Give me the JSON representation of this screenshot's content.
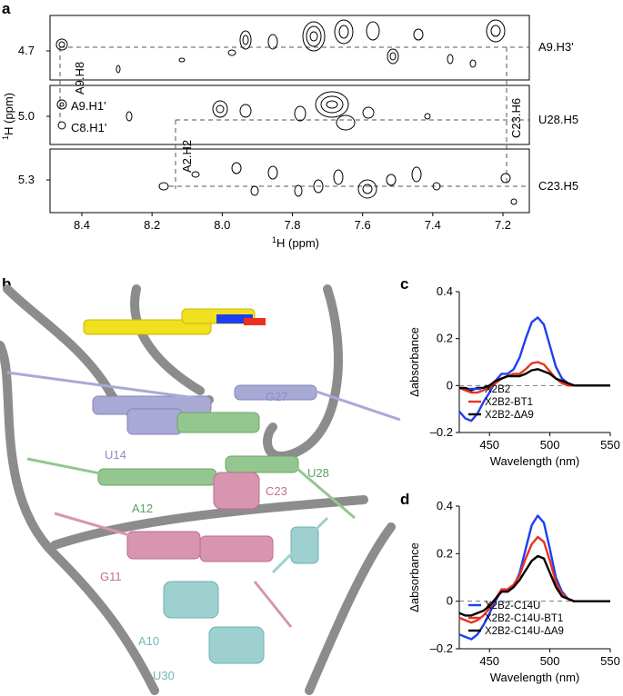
{
  "panels": {
    "a": "a",
    "b": "b",
    "c": "c",
    "d": "d"
  },
  "nmr": {
    "x_ticks": [
      "8.4",
      "8.2",
      "8.0",
      "7.8",
      "7.6",
      "7.4",
      "7.2"
    ],
    "x_label_sup": "1",
    "x_label_rest": "H (ppm)",
    "y_label_sup": "1",
    "y_label_rest": "H (ppm)",
    "y_ticks": [
      "4.7",
      "5.0",
      "5.3"
    ],
    "right_labels": [
      "A9.H3'",
      "U28.H5",
      "C23.H5"
    ],
    "peak_labels": [
      "A9.H1'",
      "C8.H1'"
    ],
    "vertical_labels": [
      "A9.H8",
      "A2.H2",
      "C23.H6"
    ]
  },
  "structure": {
    "labels": [
      "G27",
      "U14",
      "U28",
      "A12",
      "C23",
      "G11",
      "A10",
      "U30"
    ],
    "colors": {
      "purple": "#a9a9d6",
      "green": "#94c690",
      "pink": "#d895b0",
      "cyan": "#9ed0d0",
      "yellow": "#f0e020",
      "backbone": "#8c8c8c"
    }
  },
  "chart_data": [
    {
      "type": "line",
      "panel": "c",
      "xlabel": "Wavelength (nm)",
      "ylabel": "Δabsorbance",
      "xlim": [
        425,
        550
      ],
      "ylim": [
        -0.2,
        0.4
      ],
      "x_ticks": [
        450,
        500,
        550
      ],
      "y_ticks": [
        "0.4",
        "0.2",
        "0",
        "–0.2"
      ],
      "x": [
        425,
        430,
        435,
        440,
        445,
        450,
        455,
        460,
        465,
        470,
        475,
        480,
        485,
        490,
        495,
        500,
        505,
        510,
        515,
        520,
        525,
        530,
        535,
        540,
        545,
        550
      ],
      "series": [
        {
          "name": "X2B2",
          "color": "#1e3ff0",
          "values": [
            -0.11,
            -0.14,
            -0.15,
            -0.12,
            -0.07,
            -0.03,
            0.02,
            0.05,
            0.05,
            0.07,
            0.12,
            0.2,
            0.27,
            0.29,
            0.26,
            0.17,
            0.08,
            0.03,
            0.01,
            0.0,
            0.0,
            0.0,
            0.0,
            0.0,
            0.0,
            0.0
          ]
        },
        {
          "name": "X2B2-BT1",
          "color": "#e8321e",
          "values": [
            -0.01,
            -0.02,
            -0.03,
            -0.03,
            -0.02,
            -0.01,
            0.01,
            0.03,
            0.04,
            0.05,
            0.05,
            0.07,
            0.095,
            0.1,
            0.09,
            0.06,
            0.03,
            0.01,
            0.0,
            0.0,
            0.0,
            0.0,
            0.0,
            0.0,
            0.0,
            0.0
          ]
        },
        {
          "name": "X2B2-ΔA9",
          "color": "#000000",
          "values": [
            -0.01,
            -0.01,
            -0.02,
            -0.01,
            -0.01,
            0.0,
            0.02,
            0.03,
            0.04,
            0.04,
            0.04,
            0.05,
            0.065,
            0.07,
            0.06,
            0.05,
            0.03,
            0.02,
            0.01,
            0.0,
            0.0,
            0.0,
            0.0,
            0.0,
            0.0,
            0.0
          ]
        }
      ],
      "legend": "bottom-left"
    },
    {
      "type": "line",
      "panel": "d",
      "xlabel": "Wavelength (nm)",
      "ylabel": "Δabsorbance",
      "xlim": [
        425,
        550
      ],
      "ylim": [
        -0.2,
        0.4
      ],
      "x_ticks": [
        450,
        500,
        550
      ],
      "y_ticks": [
        "0.4",
        "0.2",
        "0",
        "–0.2"
      ],
      "x": [
        425,
        430,
        435,
        440,
        445,
        450,
        455,
        460,
        465,
        470,
        475,
        480,
        485,
        490,
        495,
        500,
        505,
        510,
        515,
        520,
        525,
        530,
        535,
        540,
        545,
        550
      ],
      "series": [
        {
          "name": "X2B2-C14U",
          "color": "#1e3ff0",
          "values": [
            -0.14,
            -0.15,
            -0.16,
            -0.14,
            -0.1,
            -0.05,
            0.0,
            0.05,
            0.04,
            0.06,
            0.12,
            0.22,
            0.32,
            0.36,
            0.33,
            0.22,
            0.1,
            0.04,
            0.01,
            0.0,
            0.0,
            0.0,
            0.0,
            0.0,
            0.0,
            0.0
          ]
        },
        {
          "name": "X2B2-C14U-BT1",
          "color": "#e8321e",
          "values": [
            -0.07,
            -0.08,
            -0.09,
            -0.08,
            -0.06,
            -0.03,
            0.01,
            0.05,
            0.05,
            0.07,
            0.11,
            0.18,
            0.24,
            0.27,
            0.25,
            0.17,
            0.08,
            0.03,
            0.01,
            0.0,
            0.0,
            0.0,
            0.0,
            0.0,
            0.0,
            0.0
          ]
        },
        {
          "name": "X2B2-C14U-ΔA9",
          "color": "#000000",
          "values": [
            -0.05,
            -0.06,
            -0.06,
            -0.05,
            -0.04,
            -0.02,
            0.01,
            0.04,
            0.04,
            0.06,
            0.09,
            0.13,
            0.17,
            0.19,
            0.18,
            0.12,
            0.06,
            0.02,
            0.01,
            0.0,
            0.0,
            0.0,
            0.0,
            0.0,
            0.0,
            0.0
          ]
        }
      ],
      "legend": "bottom-right"
    }
  ]
}
